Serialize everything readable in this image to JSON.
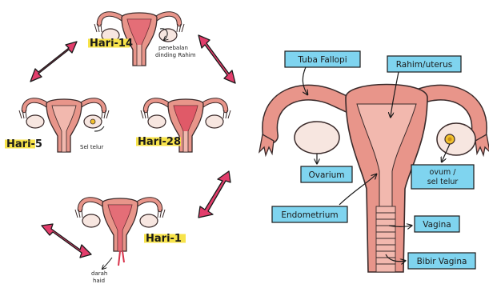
{
  "cycle": {
    "day14": {
      "label": "Hari-14",
      "note_line1": "penebalan",
      "note_line2": "dinding Rahim"
    },
    "day5": {
      "label": "Hari-5",
      "note": "Sel telur"
    },
    "day28": {
      "label": "Hari-28"
    },
    "day1": {
      "label": "Hari-1",
      "note_line1": "darah",
      "note_line2": "haid"
    }
  },
  "anatomy": {
    "tuba_fallopi": "Tuba Fallopi",
    "rahim": "Rahim/uterus",
    "ovarium": "Ovarium",
    "ovum_line1": "ovum /",
    "ovum_line2": "sel telur",
    "endometrium": "Endometrium",
    "vagina": "Vagina",
    "bibir_vagina": "Bibir Vagina"
  },
  "colors": {
    "uterus_outer": "#e8958a",
    "uterus_inner": "#f2b8ae",
    "stroke": "#3a2a2a",
    "ovary": "#f7e6e0",
    "label_box": "#7fd4ef",
    "highlight": "#f7e34a",
    "cycle_arrow": "#e23d6b",
    "blood": "#d8324a",
    "egg": "#f2c12e"
  }
}
